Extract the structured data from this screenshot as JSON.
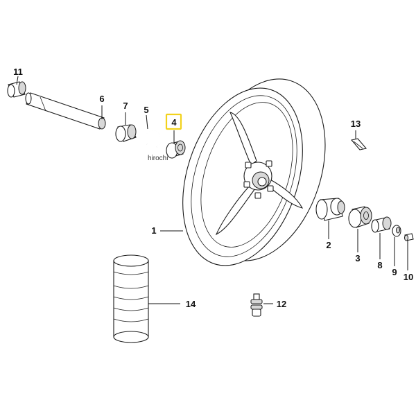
{
  "watermark": "hirochi",
  "highlight_color": "#f2d21c",
  "callouts": {
    "c1": "1",
    "c2": "2",
    "c3": "3",
    "c4": "4",
    "c5": "5",
    "c6": "6",
    "c7": "7",
    "c8": "8",
    "c9": "9",
    "c10": "10",
    "c11": "11",
    "c12": "12",
    "c13": "13",
    "c14": "14"
  }
}
